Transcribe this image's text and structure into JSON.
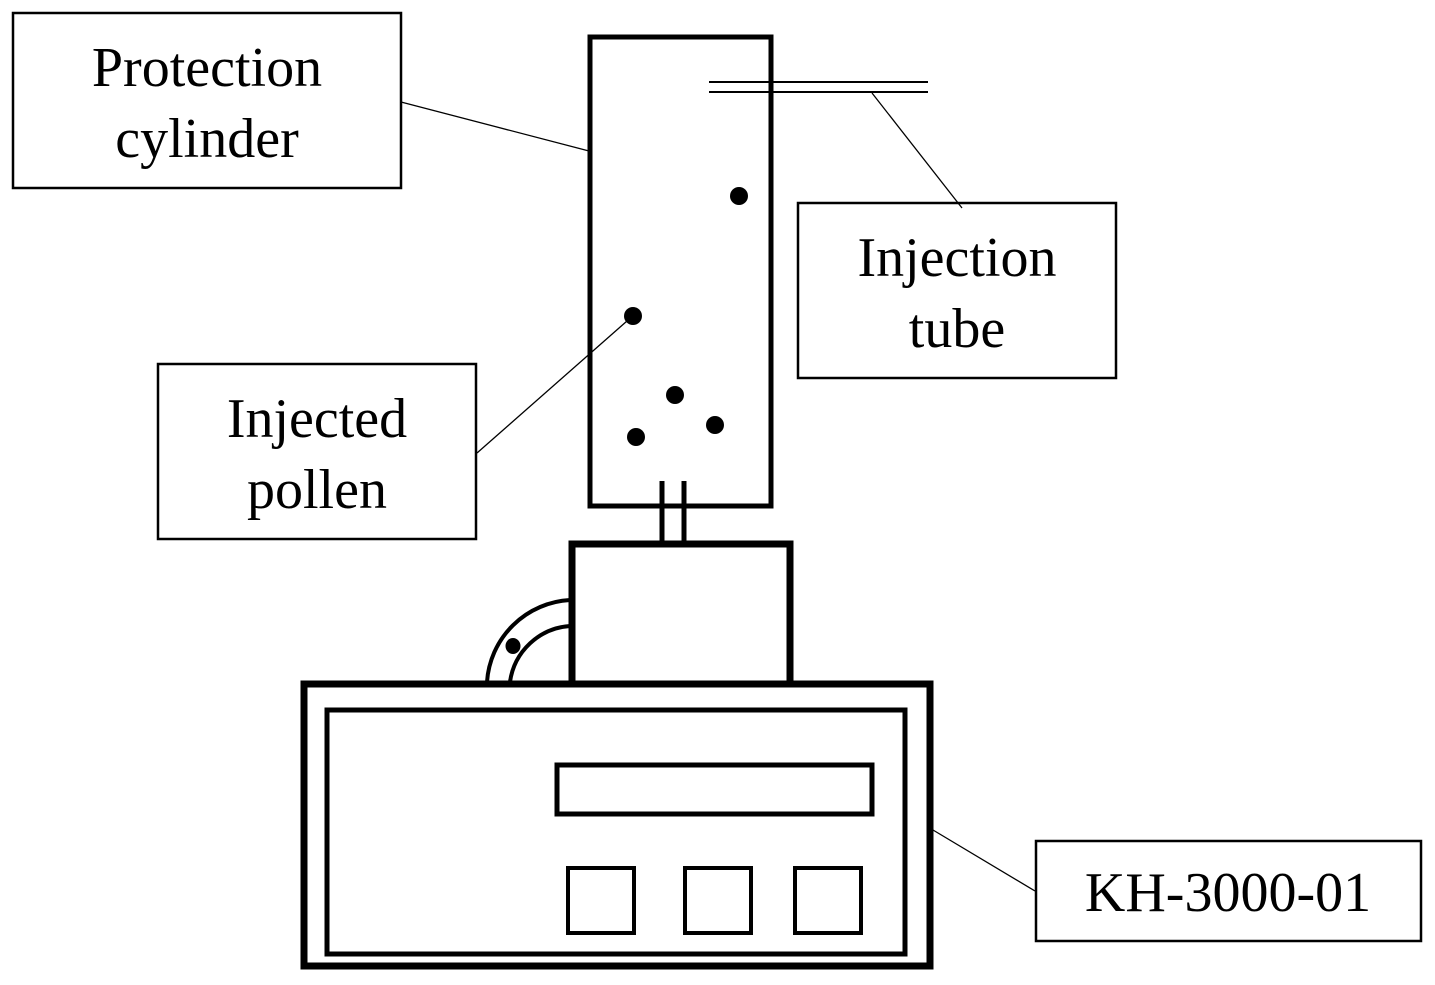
{
  "diagram": {
    "title": "",
    "colors": {
      "stroke": "#000000",
      "background": "#ffffff"
    },
    "labels": {
      "protection_cylinder": [
        "Protection",
        "cylinder"
      ],
      "injection_tube": [
        "Injection",
        "tube"
      ],
      "injected_pollen": [
        "Injected",
        "pollen"
      ],
      "device_model": "KH-3000-01"
    },
    "components": [
      {
        "id": "protection-cylinder",
        "label": "Protection cylinder"
      },
      {
        "id": "injection-tube",
        "label": "Injection tube"
      },
      {
        "id": "injected-pollen",
        "label": "Injected pollen",
        "particle_count": 5
      },
      {
        "id": "sensor-head",
        "label": ""
      },
      {
        "id": "hose",
        "label": ""
      },
      {
        "id": "instrument-base",
        "label": "KH-3000-01",
        "display_count": 1,
        "button_count": 3
      }
    ]
  }
}
